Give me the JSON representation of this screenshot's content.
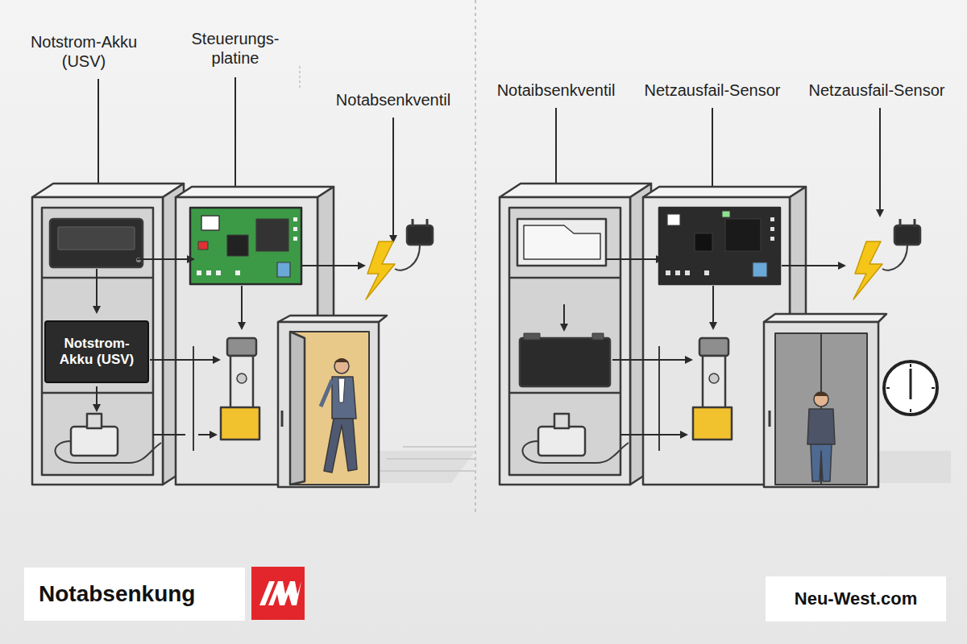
{
  "diagram": {
    "nodes": [
      {
        "text": [
          "Notstrom- Akku (USV)"
        ]
      },
      {
        "text": [
          "Notabsenkung"
        ]
      },
      {
        "text": [
          "Neu-West.com"
        ]
      }
    ],
    "labels": [
      "Notstrom-Akku (USV)",
      "Steuerungs- platine",
      "Notabsenkventil",
      "Notaibsenkventil",
      "Netzausfail-Sensor",
      "Netzausfail-Sensor"
    ]
  }
}
